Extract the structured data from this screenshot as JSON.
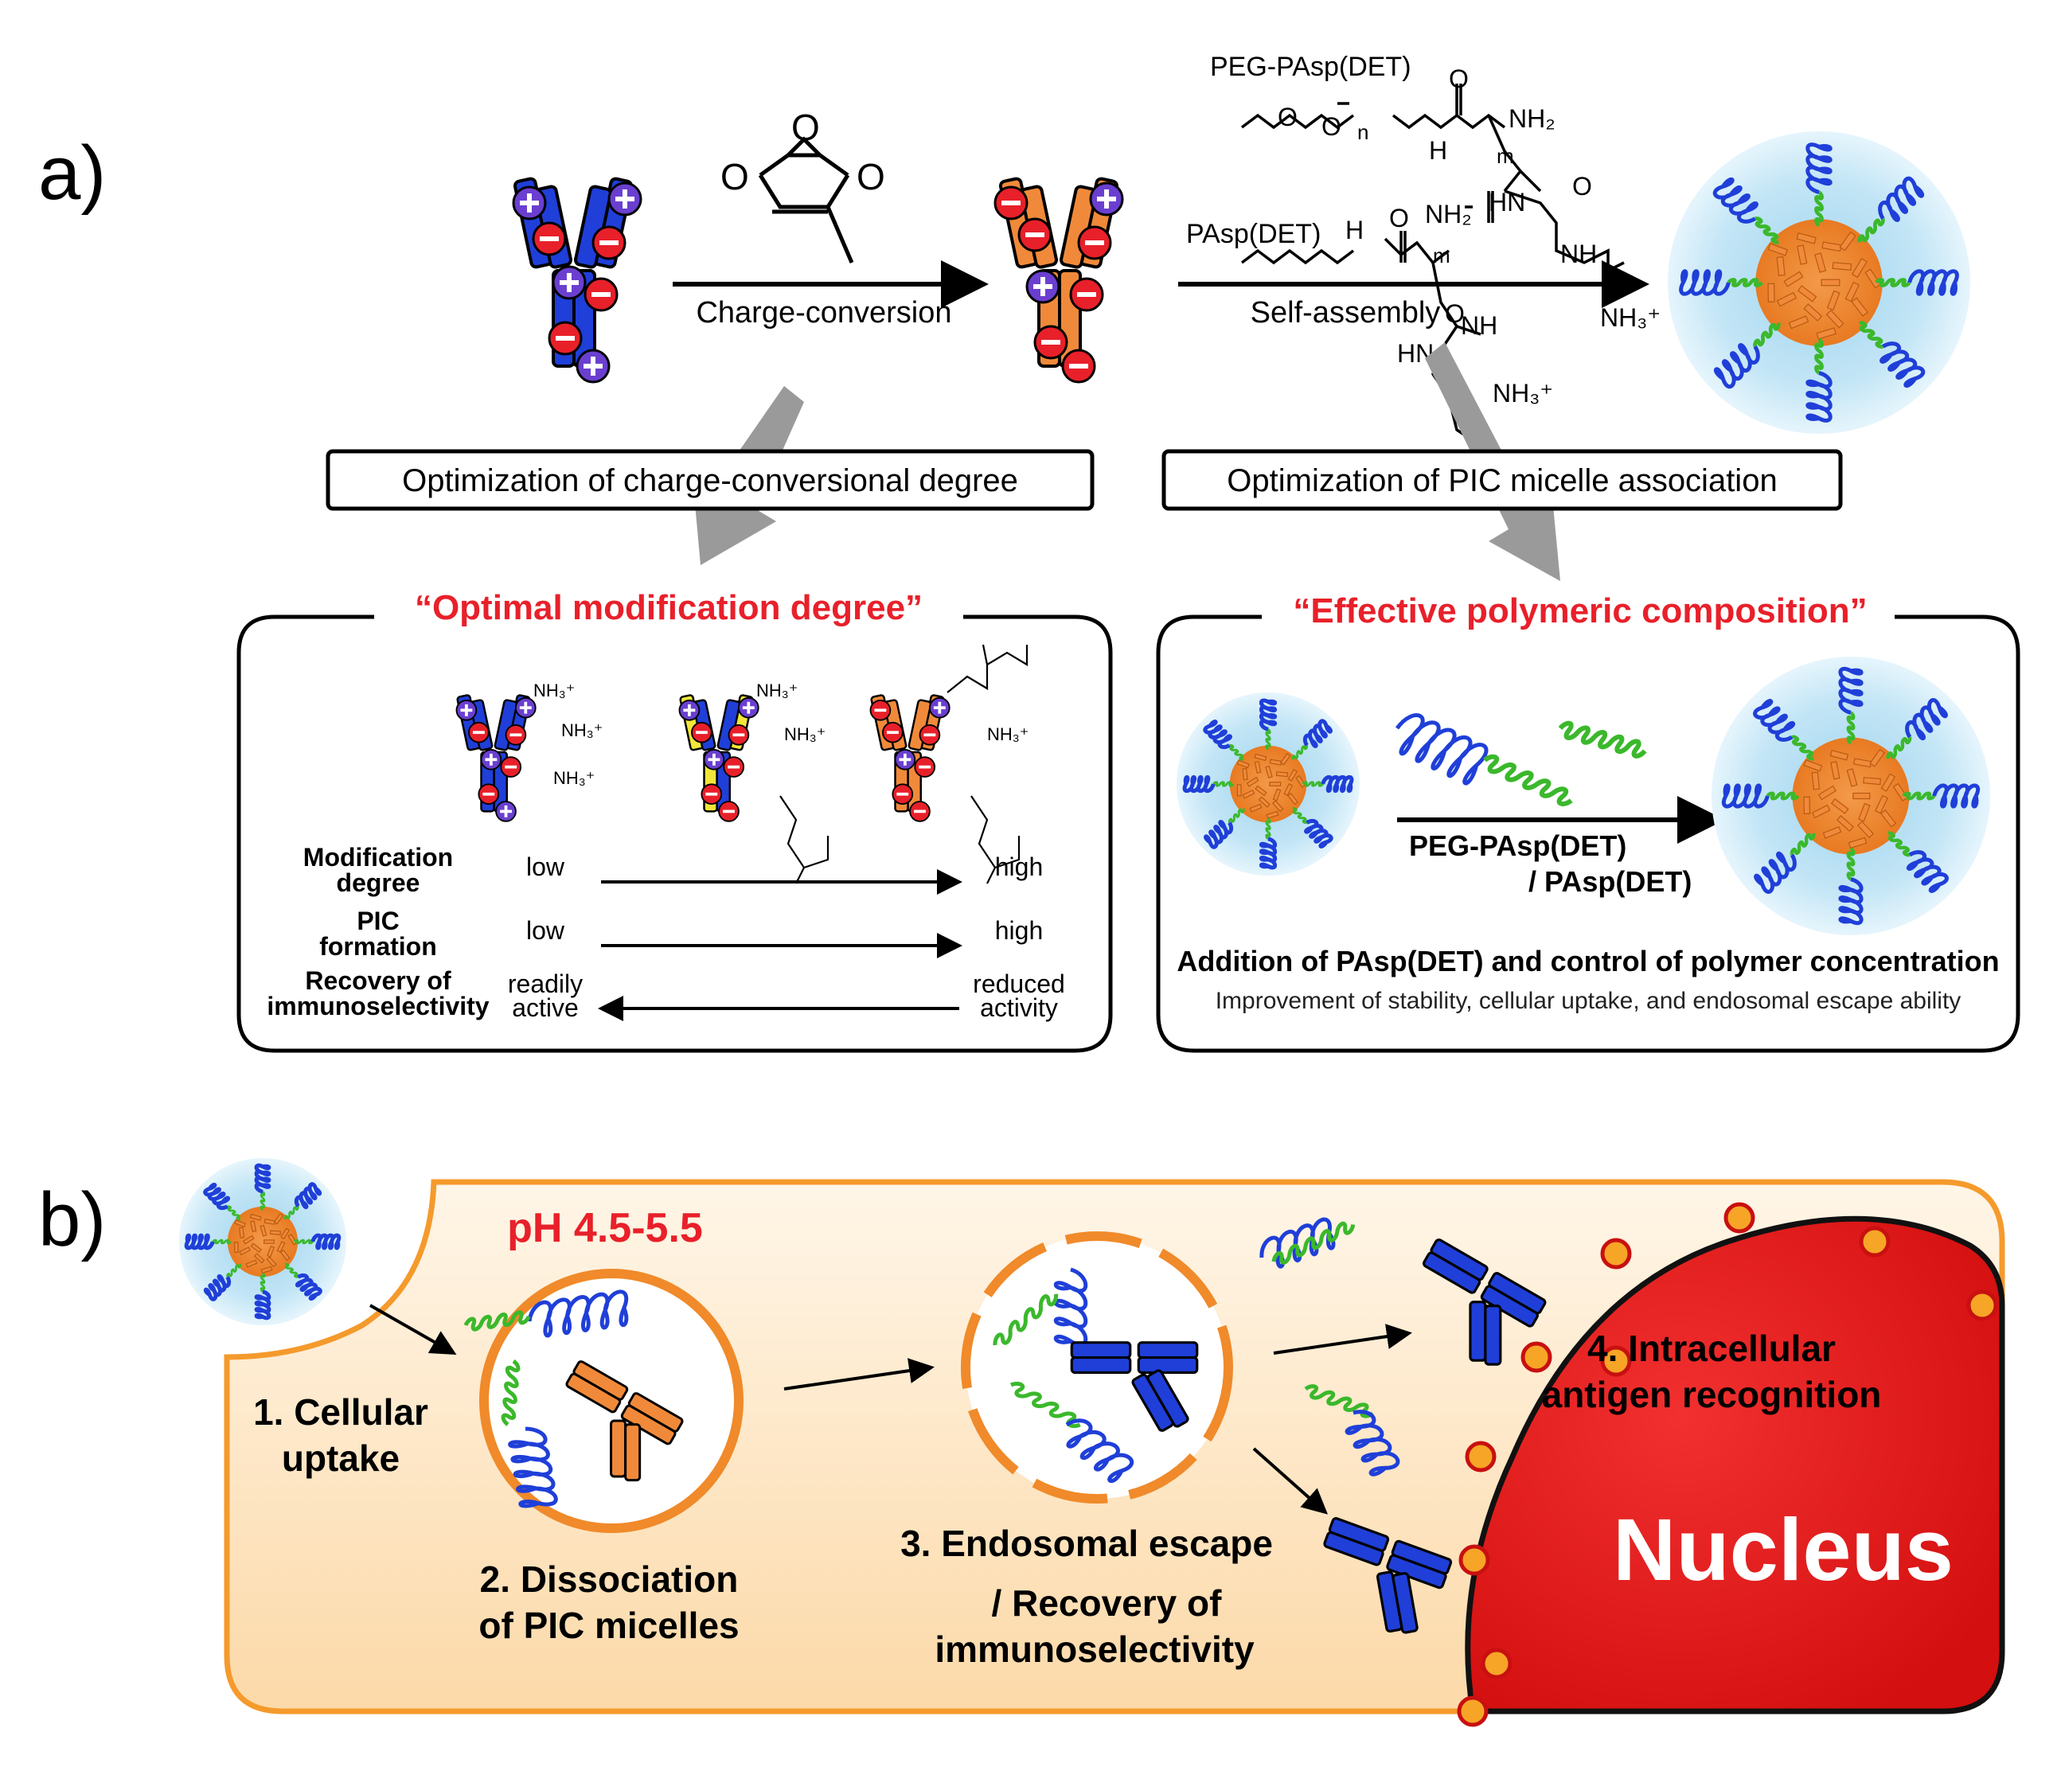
{
  "panel_a": {
    "label": "a)",
    "step1_label": "Charge-conversion",
    "step2_label": "Self-assembly",
    "polymer1_name": "PEG-PAsp(DET)",
    "polymer2_name": "PAsp(DET)",
    "chem": {
      "n": "n",
      "m": "m",
      "nh2": "NH₂",
      "nh": "NH",
      "h": "H",
      "hn": "HN",
      "o": "O",
      "nh3": "NH₃⁺"
    },
    "opt_charge_title": "Optimization of charge-conversional degree",
    "opt_pic_title": "Optimization of PIC micelle association",
    "optimal_heading": "“Optimal modification degree”",
    "effective_heading": "“Effective polymeric composition”",
    "nh3_small": "NH₃⁺",
    "rows": [
      {
        "label_line1": "Modification",
        "label_line2": "degree",
        "left_line1": "low",
        "left_line2": "",
        "right_line1": "high",
        "right_line2": "",
        "direction": "right"
      },
      {
        "label_line1": "PIC",
        "label_line2": "formation",
        "left_line1": "low",
        "left_line2": "",
        "right_line1": "high",
        "right_line2": "",
        "direction": "right"
      },
      {
        "label_line1": "Recovery of",
        "label_line2": "immunoselectivity",
        "left_line1": "readily",
        "left_line2": "active",
        "right_line1": "reduced",
        "right_line2": "activity",
        "direction": "left"
      }
    ],
    "mix_label_line1": "PEG-PAsp(DET)",
    "mix_label_line2": "/ PAsp(DET)",
    "addition_text": "Addition of PAsp(DET) and control of polymer concentration",
    "improvement_text": "Improvement of stability, cellular uptake, and endosomal escape ability"
  },
  "panel_b": {
    "label": "b)",
    "ph_label": "pH 4.5-5.5",
    "step1_line1": "1. Cellular",
    "step1_line2": "uptake",
    "step2_line1": "2. Dissociation",
    "step2_line2": "of PIC micelles",
    "step3_line1": "3. Endosomal escape",
    "step3_line2": "/ Recovery of",
    "step3_line3": "immunoselectivity",
    "step4_line1": "4. Intracellular",
    "step4_line2": "antigen recognition",
    "nucleus_label": "Nucleus"
  },
  "colors": {
    "antibody_native": "#1f3fd8",
    "antibody_converted": "#f08a3a",
    "antibody_partial": "#f2e63a",
    "negative_charge": "#e8202a",
    "positive_charge": "#6a3fd0",
    "peg_coil": "#1f3fd8",
    "polyamine": "#3bb82c",
    "micelle_shell": "#bfe4f4",
    "micelle_core": "#f08a3a",
    "highlight_text": "#e8202a",
    "cytoplasm": "#fde3c0",
    "cell_border": "#f59a2c",
    "nucleus": "#e81818"
  }
}
